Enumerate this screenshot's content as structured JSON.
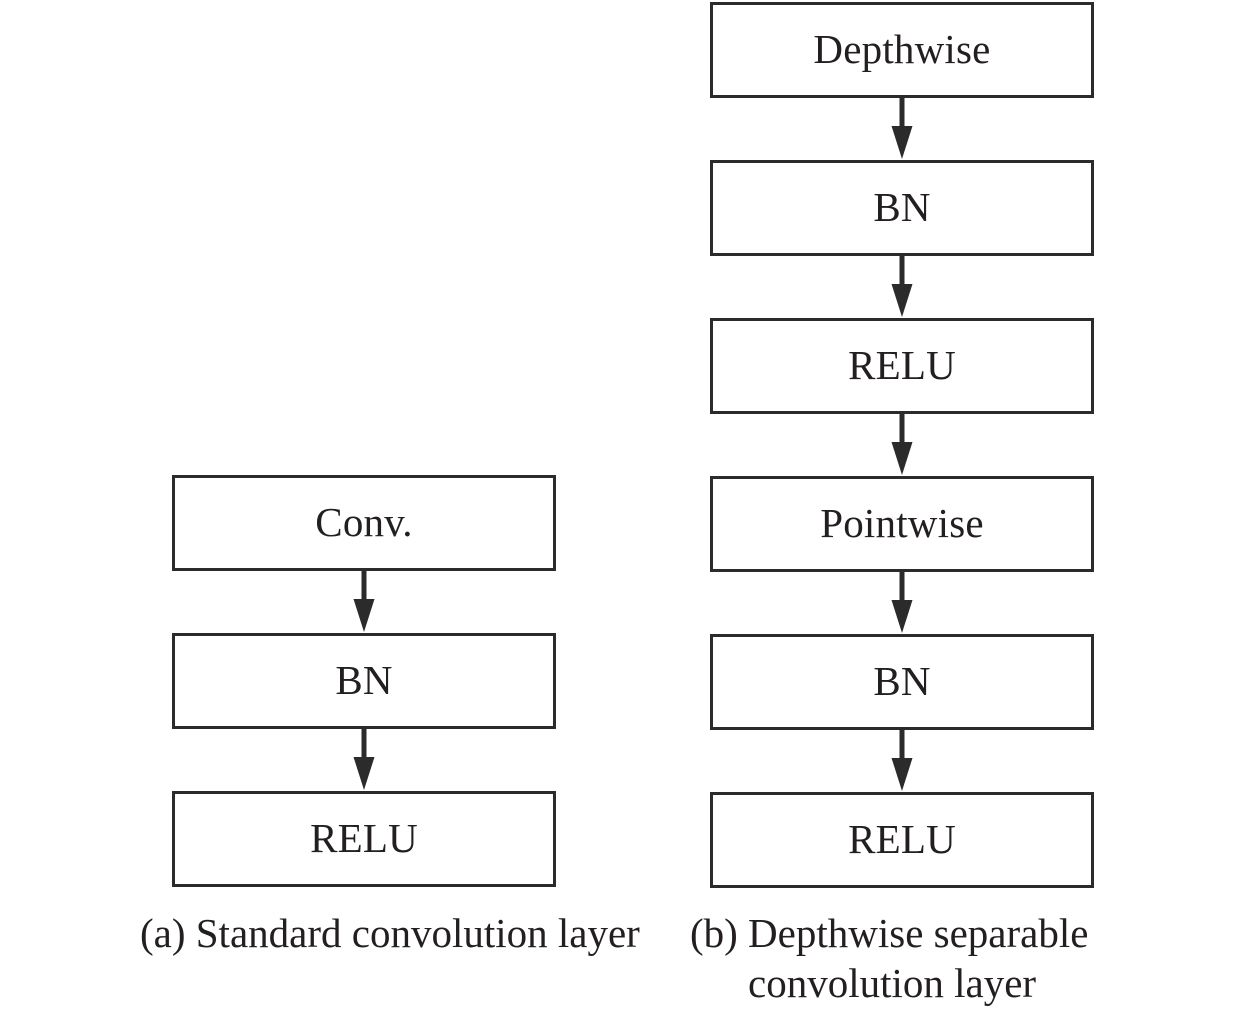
{
  "figure": {
    "type": "flowchart",
    "orientation": "vertical",
    "panel_count": 2,
    "colors": {
      "stroke": "#2b2b2b",
      "text": "#231f20",
      "box_fill": "#ffffff",
      "background": "#ffffff"
    }
  },
  "panels": [
    {
      "id": "standard",
      "caption": "(a) Standard convolution layer",
      "caption_label": "(a)",
      "caption_text": "Standard convolution layer",
      "blocks": [
        {
          "id": "conv",
          "label": "Conv."
        },
        {
          "id": "bn-1",
          "label": "BN"
        },
        {
          "id": "relu-1",
          "label": "RELU"
        }
      ],
      "arrows": [
        {
          "id": "conv-bn",
          "from": "Conv.",
          "to": "BN",
          "direction": "down"
        },
        {
          "id": "bn-relu-1",
          "from": "BN",
          "to": "RELU",
          "direction": "down"
        }
      ]
    },
    {
      "id": "separable",
      "caption": "(b) Depthwise separable convolution layer",
      "caption_label": "(b)",
      "caption_text": "Depthwise separable convolution layer",
      "blocks": [
        {
          "id": "depthwise",
          "label": "Depthwise"
        },
        {
          "id": "bn-2",
          "label": "BN"
        },
        {
          "id": "relu-2",
          "label": "RELU"
        },
        {
          "id": "pointwise",
          "label": "Pointwise"
        },
        {
          "id": "bn-3",
          "label": "BN"
        },
        {
          "id": "relu-3",
          "label": "RELU"
        }
      ],
      "arrows": [
        {
          "id": "depthwise-bn",
          "from": "Depthwise",
          "to": "BN",
          "direction": "down"
        },
        {
          "id": "bn-relu-2",
          "from": "BN",
          "to": "RELU",
          "direction": "down"
        },
        {
          "id": "relu-pointwise",
          "from": "RELU",
          "to": "Pointwise",
          "direction": "down"
        },
        {
          "id": "pointwise-bn",
          "from": "Pointwise",
          "to": "BN",
          "direction": "down"
        },
        {
          "id": "bn-relu-3",
          "from": "BN",
          "to": "RELU",
          "direction": "down"
        }
      ]
    }
  ]
}
